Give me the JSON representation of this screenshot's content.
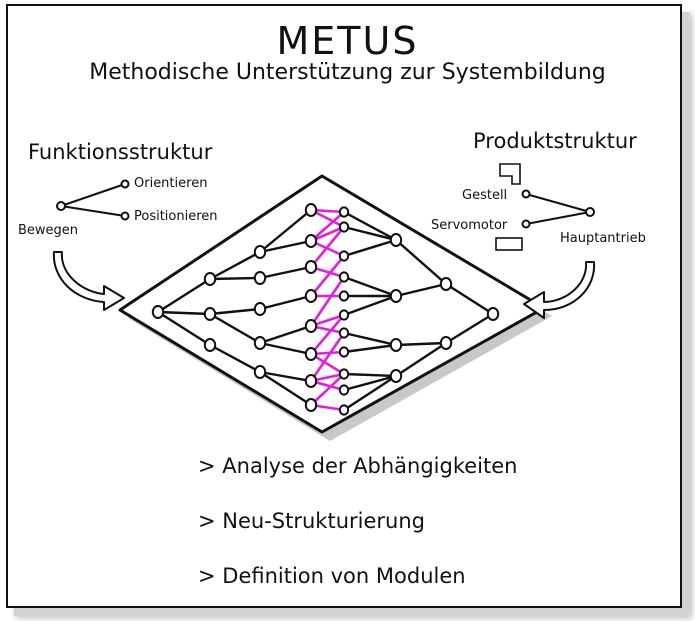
{
  "title": "METUS",
  "subtitle": "Methodische Unterstützung zur Systembildung",
  "function_structure": {
    "heading": "Funktionsstruktur",
    "root": "Bewegen",
    "children": [
      "Orientieren",
      "Positionieren"
    ]
  },
  "product_structure": {
    "heading": "Produktstruktur",
    "root": "Hauptantrieb",
    "children": [
      "Gestell",
      "Servomotor"
    ]
  },
  "bullets": [
    "> Analyse der Abhängigkeiten",
    "> Neu-Strukturierung",
    "> Definition von Modulen"
  ],
  "colors": {
    "ink": "#111111",
    "link": "#e020e0",
    "shadow": "#c8c8c8"
  },
  "icons": [
    "arrow-curved-right-icon",
    "arrow-curved-left-icon",
    "gestell-part-icon",
    "servomotor-part-icon"
  ]
}
